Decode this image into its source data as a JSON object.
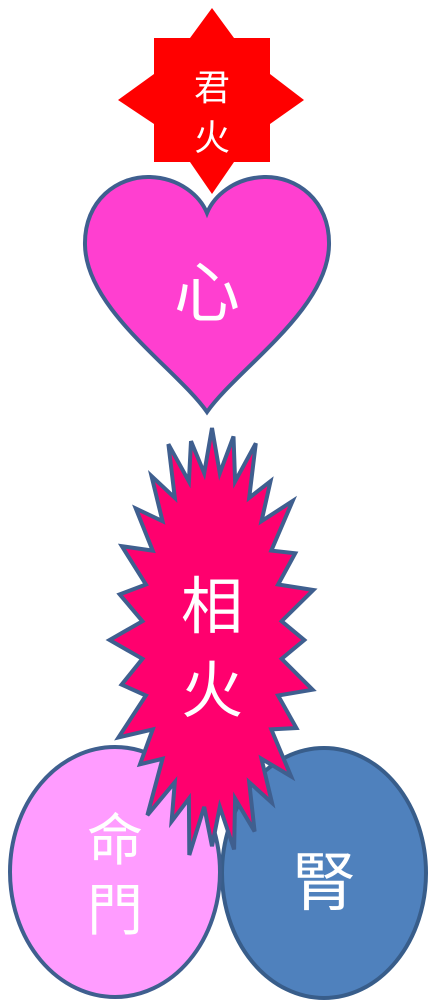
{
  "shapes": {
    "sovereign_fire": {
      "label_line1": "君",
      "label_line2": "火",
      "fill": "#ff0000"
    },
    "heart": {
      "label": "心",
      "fill": "#ff3fd0",
      "stroke": "#3f5f8f"
    },
    "ministerial_fire": {
      "label_line1": "相",
      "label_line2": "火",
      "fill": "#ff006e",
      "stroke": "#3f5f8f"
    },
    "life_gate": {
      "label_line1": "命",
      "label_line2": "門",
      "fill": "#ff9cff",
      "stroke": "#3f5f8f"
    },
    "kidney": {
      "label": "腎",
      "fill": "#4f81bd",
      "stroke": "#385d8a"
    }
  }
}
